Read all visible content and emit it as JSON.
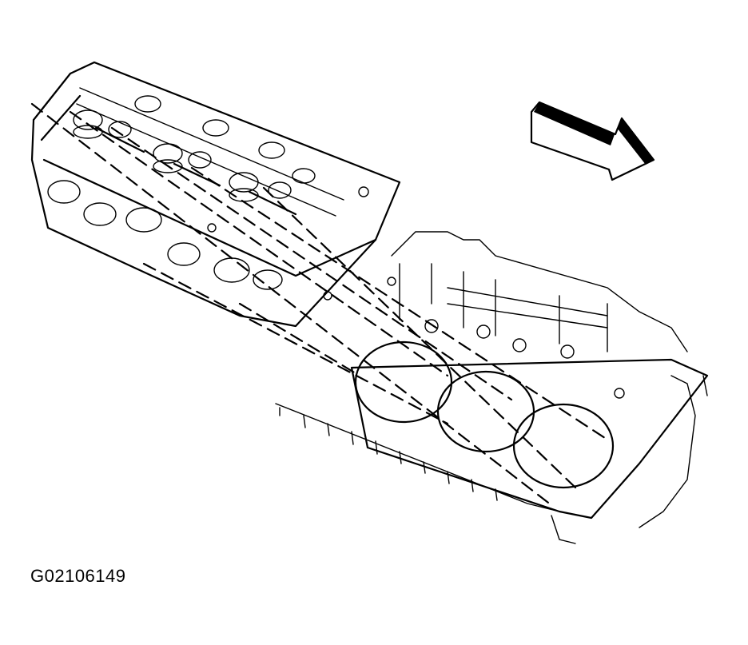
{
  "figure": {
    "id_label": "G02106149"
  },
  "colors": {
    "ink": "#000000",
    "paper": "#ffffff"
  },
  "parts": [
    {
      "name": "cylinder-head",
      "icon": "cylinder-head-icon"
    },
    {
      "name": "engine-block",
      "icon": "engine-block-icon"
    },
    {
      "name": "cylinder-bores",
      "count": 3
    },
    {
      "name": "direction-arrow",
      "icon": "arrow-right-icon"
    }
  ]
}
